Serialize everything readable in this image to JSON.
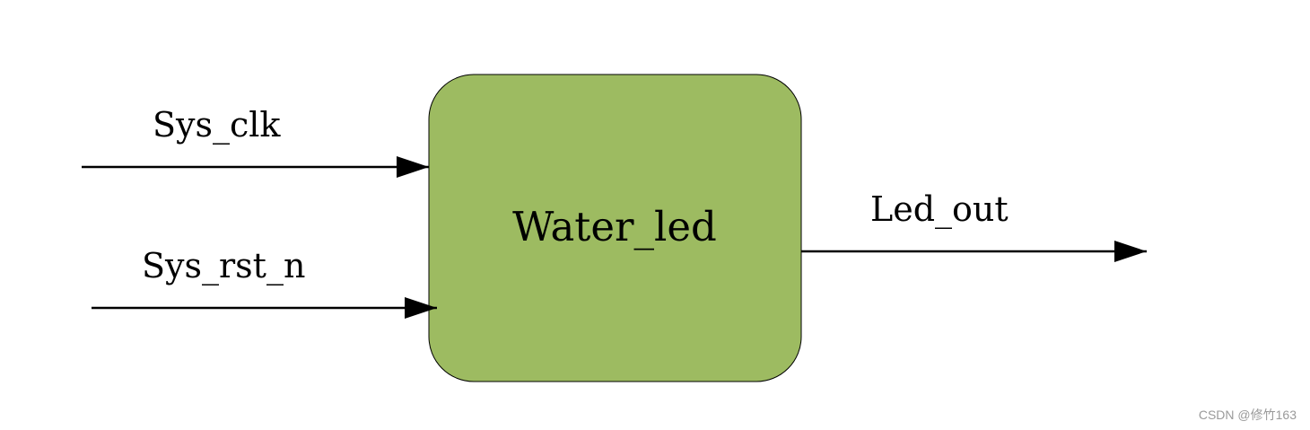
{
  "module": {
    "name": "Water_led",
    "fill_color": "#9dbb61",
    "stroke_color": "#000000"
  },
  "inputs": [
    {
      "label": "Sys_clk"
    },
    {
      "label": "Sys_rst_n"
    }
  ],
  "outputs": [
    {
      "label": "Led_out"
    }
  ],
  "watermark": "CSDN @修竹163"
}
